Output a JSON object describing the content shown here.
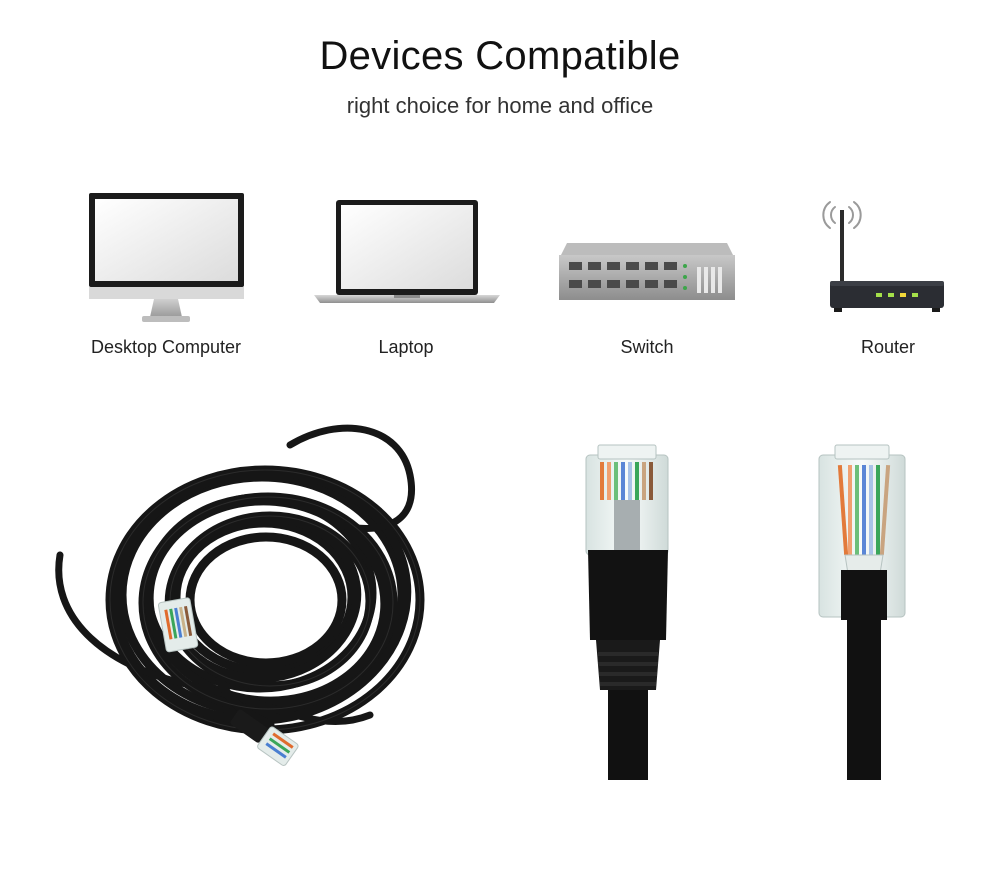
{
  "header": {
    "title": "Devices Compatible",
    "subtitle": "right choice for home and office"
  },
  "devices": [
    {
      "label": "Desktop Computer",
      "icon": "desktop-computer-icon"
    },
    {
      "label": "Laptop",
      "icon": "laptop-icon"
    },
    {
      "label": "Switch",
      "icon": "network-switch-icon"
    },
    {
      "label": "Router",
      "icon": "wifi-router-icon"
    }
  ],
  "photos": [
    {
      "name": "coiled-ethernet-cable",
      "color": "#1a1a1a"
    },
    {
      "name": "rj45-connector-with-boot",
      "color": "#111111"
    },
    {
      "name": "rj45-connector-without-boot",
      "color": "#111111"
    }
  ]
}
